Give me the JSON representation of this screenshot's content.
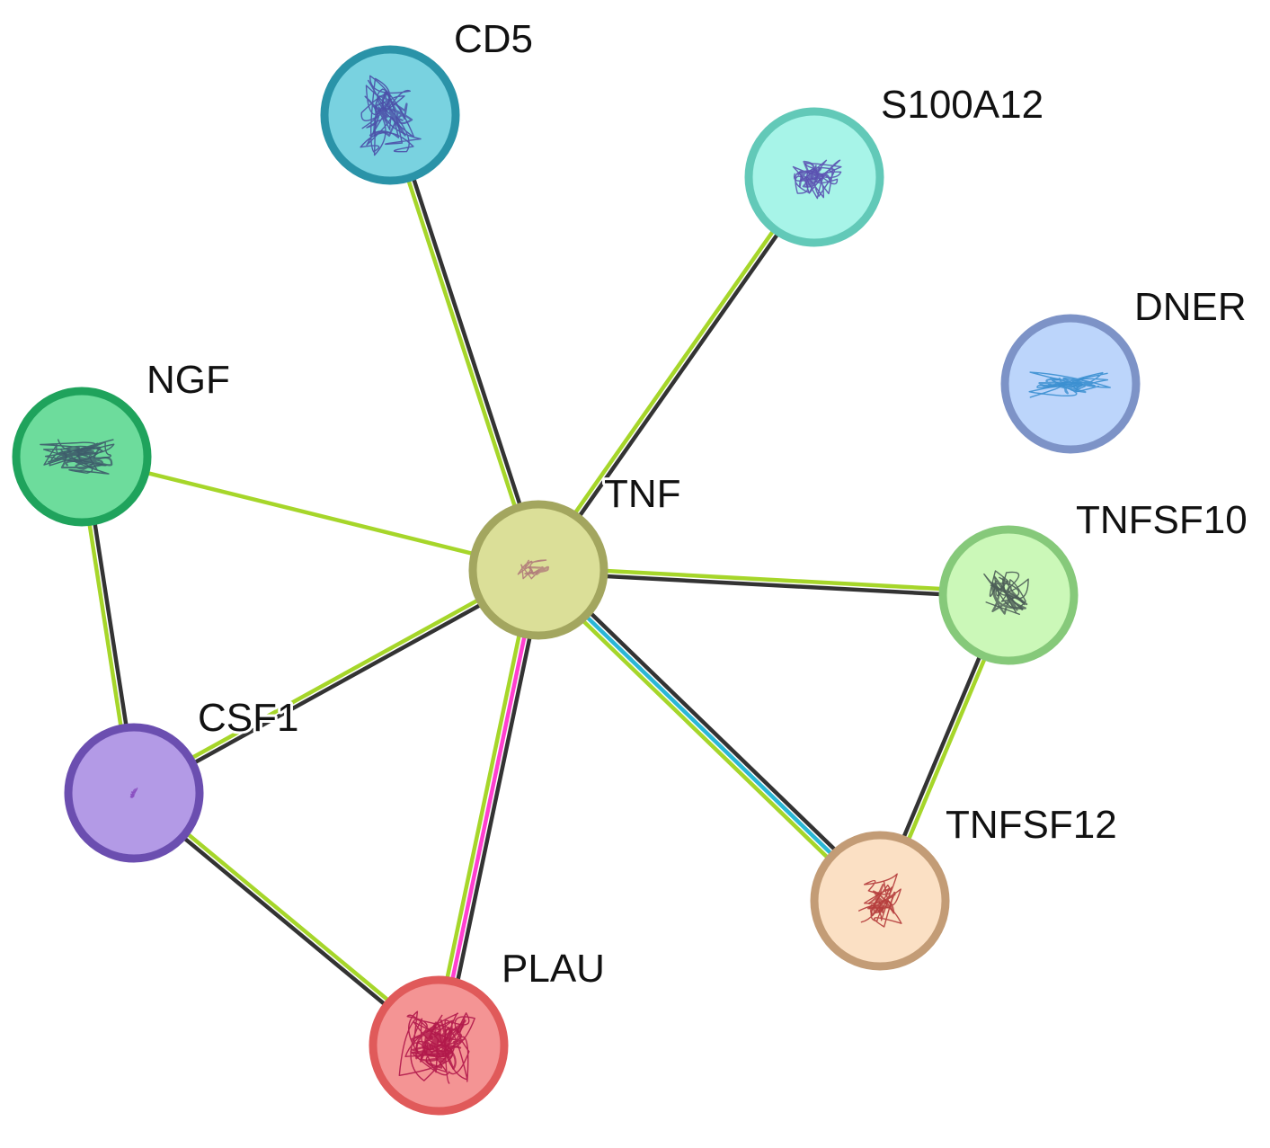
{
  "diagram": {
    "type": "protein-interaction-network",
    "nodes": [
      {
        "id": "CD5",
        "label": "CD5",
        "fill": "#79d2e0",
        "border": "#2a93a8",
        "structure_color": "#4b4fa8"
      },
      {
        "id": "S100A12",
        "label": "S100A12",
        "fill": "#a7f4e8",
        "border": "#62c9b8",
        "structure_color": "#5a4fb0"
      },
      {
        "id": "DNER",
        "label": "DNER",
        "fill": "#bcd5fb",
        "border": "#7d93c7",
        "structure_color": "#3a8fd0"
      },
      {
        "id": "NGF",
        "label": "NGF",
        "fill": "#6ddc9c",
        "border": "#1fa35c",
        "structure_color": "#3d5a6a"
      },
      {
        "id": "TNF",
        "label": "TNF",
        "fill": "#dbdf98",
        "border": "#a3a65f",
        "structure_color": "#b07a7a"
      },
      {
        "id": "TNFSF10",
        "label": "TNFSF10",
        "fill": "#cbf8b8",
        "border": "#86c97a",
        "structure_color": "#4a5a55"
      },
      {
        "id": "CSF1",
        "label": "CSF1",
        "fill": "#b39ae6",
        "border": "#6b4eb0",
        "structure_color": "#8a4fc0"
      },
      {
        "id": "TNFSF12",
        "label": "TNFSF12",
        "fill": "#fbe0c4",
        "border": "#c39c76",
        "structure_color": "#b43a3a"
      },
      {
        "id": "PLAU",
        "label": "PLAU",
        "fill": "#f49494",
        "border": "#e05a5a",
        "structure_color": "#b0164a"
      }
    ],
    "edges": [
      {
        "source": "TNF",
        "target": "CD5",
        "evidence_colors": [
          "#a6d62a",
          "#333333"
        ]
      },
      {
        "source": "TNF",
        "target": "S100A12",
        "evidence_colors": [
          "#a6d62a",
          "#333333"
        ]
      },
      {
        "source": "TNF",
        "target": "NGF",
        "evidence_colors": [
          "#a6d62a"
        ]
      },
      {
        "source": "TNF",
        "target": "TNFSF10",
        "evidence_colors": [
          "#a6d62a",
          "#333333"
        ]
      },
      {
        "source": "TNF",
        "target": "CSF1",
        "evidence_colors": [
          "#333333",
          "#a6d62a"
        ]
      },
      {
        "source": "TNF",
        "target": "PLAU",
        "evidence_colors": [
          "#333333",
          "#ff3fcf",
          "#a6d62a"
        ]
      },
      {
        "source": "TNF",
        "target": "TNFSF12",
        "evidence_colors": [
          "#333333",
          "#2ab7d6",
          "#a6d62a"
        ]
      },
      {
        "source": "NGF",
        "target": "CSF1",
        "evidence_colors": [
          "#333333",
          "#a6d62a"
        ]
      },
      {
        "source": "CSF1",
        "target": "PLAU",
        "evidence_colors": [
          "#a6d62a",
          "#333333"
        ]
      },
      {
        "source": "TNFSF10",
        "target": "TNFSF12",
        "evidence_colors": [
          "#a6d62a",
          "#333333"
        ]
      }
    ]
  }
}
